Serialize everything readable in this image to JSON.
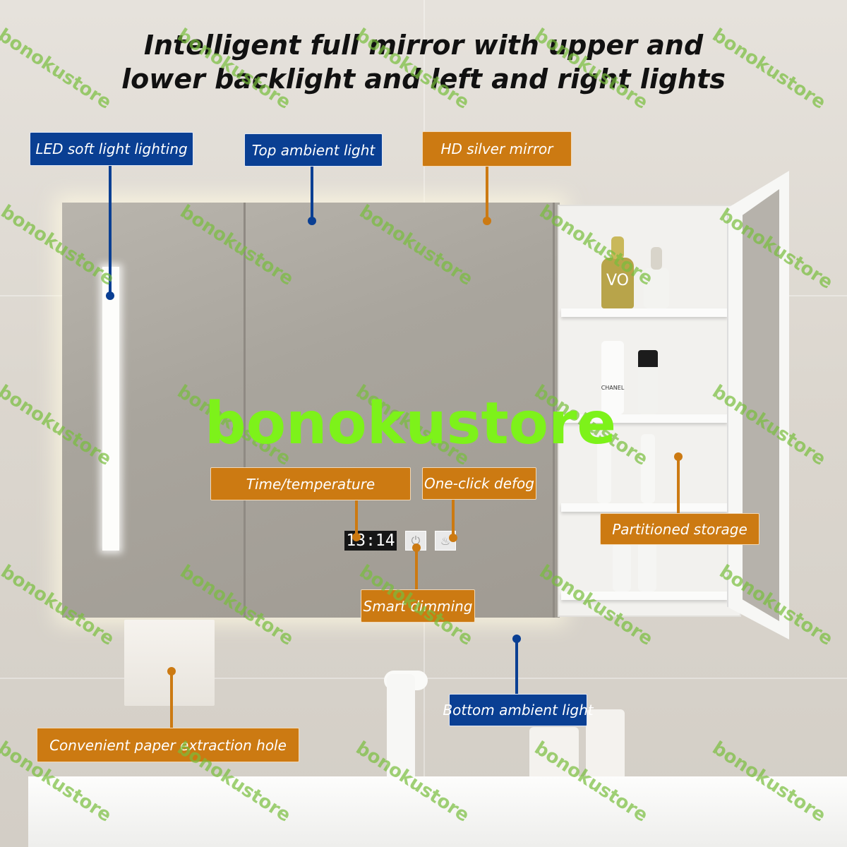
{
  "title": {
    "line1": "Intelligent full mirror with upper and",
    "line2": "lower backlight and left and right lights"
  },
  "display": {
    "clock": "13:14",
    "power_icon": "power-icon",
    "defog_icon": "defog-icon"
  },
  "callouts": {
    "led_soft_light": "LED soft light lighting",
    "top_ambient": "Top ambient light",
    "hd_mirror": "HD silver mirror",
    "time_temperature": "Time/temperature",
    "defog": "One-click defog",
    "partitioned_storage": "Partitioned storage",
    "smart_dimming": "Smart dimming",
    "bottom_ambient": "Bottom ambient light",
    "paper_hole": "Convenient paper extraction hole"
  },
  "bottle_labels": {
    "vo": "VO",
    "chanel": "CHANEL"
  },
  "watermark": {
    "big": "bonokustore",
    "small": "bonokustore"
  },
  "colors": {
    "callout_blue": "#0a3f93",
    "callout_orange": "#cc7a12",
    "watermark_green": "#7df21a"
  }
}
